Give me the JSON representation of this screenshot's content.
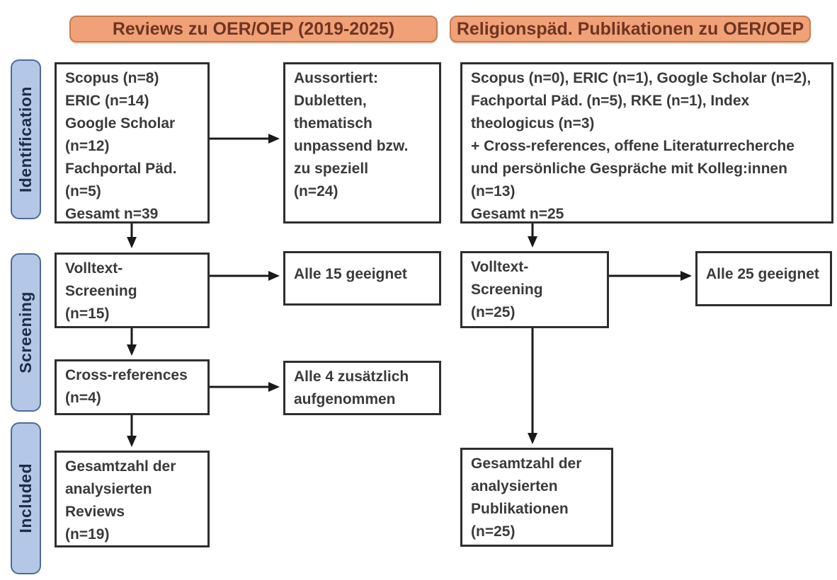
{
  "headers": {
    "left": "Reviews zu OER/OEP (2019-2025)",
    "right": "Religionspäd. Publikationen zu OER/OEP"
  },
  "stages": {
    "identification": "Identification",
    "screening": "Screening",
    "included": "Included"
  },
  "boxes": {
    "left_identification": "Scopus (n=8)\nERIC (n=14)\nGoogle Scholar\n(n=12)\nFachportal Päd.\n(n=5)\nGesamt n=39",
    "left_excluded": "Aussortiert:\nDubletten,\nthematisch\nunpassend bzw.\nzu speziell\n(n=24)",
    "left_fulltext_screening": "Volltext-\nScreening\n(n=15)",
    "left_fulltext_result": "Alle 15 geeignet",
    "left_cross_references": "Cross-references\n(n=4)",
    "left_cross_references_result": "Alle 4 zusätzlich\naufgenommen",
    "left_included_total": "Gesamtzahl der\nanalysierten\nReviews\n(n=19)",
    "right_identification": "Scopus (n=0), ERIC (n=1), Google Scholar (n=2),\nFachportal Päd. (n=5), RKE (n=1), Index\ntheologicus (n=3)\n+ Cross-references, offene Literaturrecherche\nund persönliche Gespräche mit Kolleg:innen\n(n=13)\nGesamt n=25",
    "right_fulltext_screening": "Volltext-\nScreening\n(n=25)",
    "right_fulltext_result": "Alle 25 geeignet",
    "right_included_total": "Gesamtzahl der\nanalysierten\nPublikationen\n(n=25)"
  },
  "colors": {
    "header_fill": "#F0A178",
    "header_border": "#C97C4E",
    "header_text": "#6F3422",
    "stage_fill": "#B4C7E6",
    "stage_border": "#4F6A96",
    "stage_text": "#1C2C49",
    "box_border": "#2E2E2E",
    "box_text": "#3A3A3A",
    "arrow": "#1A1A1A",
    "page_bg": "#FFFFFF"
  }
}
